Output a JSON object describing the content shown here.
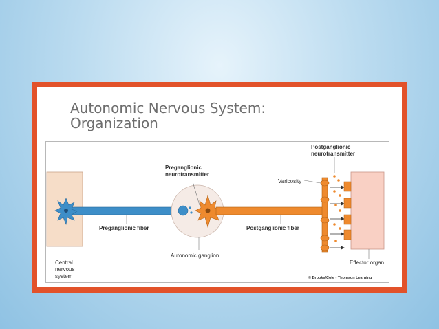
{
  "slide": {
    "title_line1": "Autonomic Nervous System:",
    "title_line2": "Organization"
  },
  "diagram": {
    "labels": {
      "cns": [
        "Central",
        "nervous",
        "system"
      ],
      "preganglionic_fiber": "Preganglionic fiber",
      "preganglionic_neurotransmitter": [
        "Preganglionic",
        "neurotransmitter"
      ],
      "autonomic_ganglion": "Autonomic ganglion",
      "postganglionic_fiber": "Postganglionic fiber",
      "postganglionic_neurotransmitter": [
        "Postganglionic",
        "neurotransmitter"
      ],
      "varicosity": "Varicosity",
      "effector_organ": "Effector organ",
      "credit": "© Brooks/Cole - Thomson Learning"
    },
    "colors": {
      "frame": "#e2522a",
      "preganglionic": "#3d8ec8",
      "postganglionic": "#ee8a2e",
      "cns_tissue": "#f6ddc8",
      "effector_tissue": "#f9d0c4",
      "ganglion": "#f5ebe6"
    }
  }
}
